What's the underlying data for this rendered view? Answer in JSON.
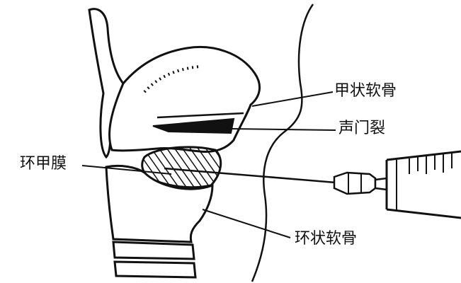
{
  "labels": {
    "thyroid_cartilage": "甲状软骨",
    "glottis": "声门裂",
    "cricothyroid_membrane": "环甲膜",
    "cricoid_cartilage": "环状软骨"
  },
  "colors": {
    "ink": "#111111",
    "background": "#ffffff"
  }
}
